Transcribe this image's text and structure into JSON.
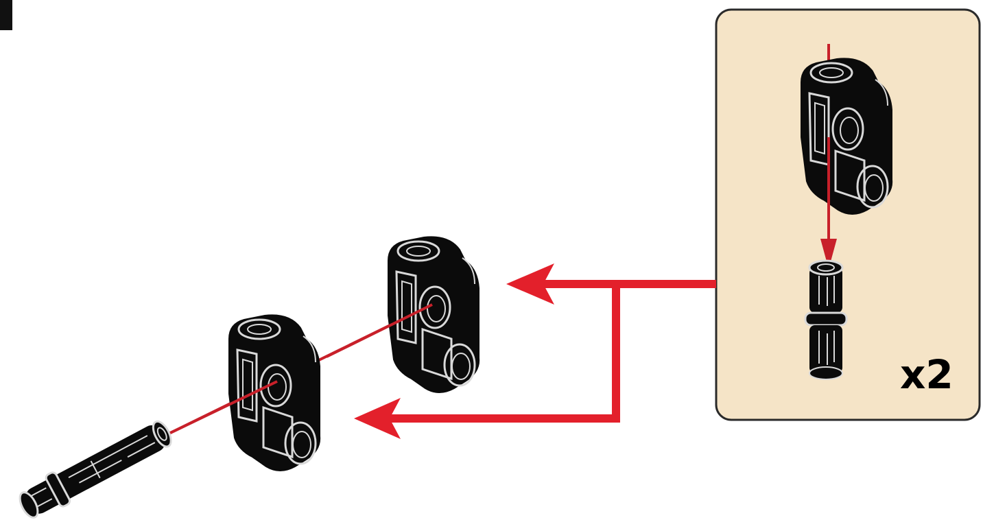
{
  "page": {
    "background": "#ffffff"
  },
  "colors": {
    "arrow": "#e3202b",
    "guide": "#c8202a",
    "callout_fill": "#f5e4c7",
    "callout_stroke": "#2a2a2a",
    "part": "#0b0b0b",
    "part_highlight": "#d9d9d9"
  },
  "callout": {
    "quantity": "x2"
  },
  "parts": [
    {
      "id": "connector-main-front",
      "kind": "pin-axle-connector-icon"
    },
    {
      "id": "connector-main-back",
      "kind": "pin-axle-connector-icon"
    },
    {
      "id": "pin-main",
      "kind": "long-pin-icon"
    },
    {
      "id": "connector-callout",
      "kind": "pin-axle-connector-icon"
    },
    {
      "id": "pin-callout",
      "kind": "pin-icon"
    }
  ]
}
